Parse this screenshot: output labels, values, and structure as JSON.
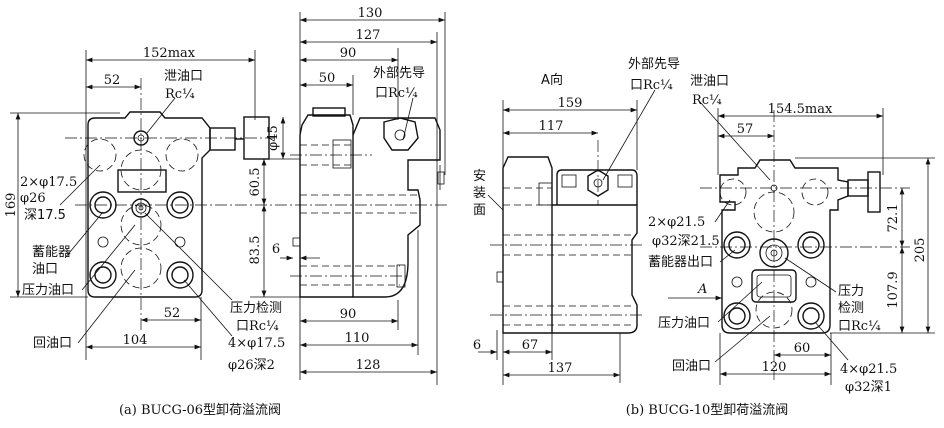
{
  "figure_a": {
    "caption": "(a) BUCG-06型卸荷溢流阀",
    "front": {
      "dim_152max": "152max",
      "dim_52_top": "52",
      "drain_port_1": "泄油口",
      "drain_port_2": "Rc¼",
      "dim_169": "169",
      "hole_spec_1": "2×φ17.5",
      "hole_spec_2": "φ26",
      "hole_spec_3": "深17.5",
      "accumulator_1": "蓄能器",
      "accumulator_2": "油口",
      "pressure_port": "压力油口",
      "return_port": "回油口",
      "dim_104": "104",
      "dim_52_bottom": "52",
      "gauge_port_1": "压力检测",
      "gauge_port_2": "口Rc¼",
      "bolt_spec_1": "4×φ17.5",
      "bolt_spec_2": "φ26深2",
      "dim_phi45": "φ45",
      "dim_60_5": "60.5",
      "dim_83_5": "83.5"
    },
    "side": {
      "dim_130": "130",
      "dim_127": "127",
      "dim_90_top": "90",
      "dim_50": "50",
      "pilot_port_1": "外部先导",
      "pilot_port_2": "口Rc¼",
      "dim_6": "6",
      "dim_90_bottom": "90",
      "dim_110": "110",
      "dim_128": "128"
    }
  },
  "figure_b": {
    "caption": "(b) BUCG-10型卸荷溢流阀",
    "side": {
      "view_label": "A向",
      "pilot_port_1": "外部先导",
      "pilot_port_2": "口Rc¼",
      "dim_159": "159",
      "dim_117": "117",
      "mount_face_1": "安",
      "mount_face_2": "装",
      "mount_face_3": "面",
      "dim_6": "6",
      "dim_67": "67",
      "dim_137": "137"
    },
    "front": {
      "drain_port_1": "泄油口",
      "drain_port_2": "Rc¼",
      "dim_154_5max": "154.5max",
      "dim_57": "57",
      "hole_spec_1": "2×φ21.5",
      "hole_spec_2": "φ32深21.5",
      "accumulator_outlet": "蓄能器出口",
      "arrow_a": "A",
      "pressure_port": "压力油口",
      "return_port": "回油口",
      "gauge_port_1": "压力",
      "gauge_port_2": "检测",
      "gauge_port_3": "口Rc¼",
      "bolt_spec_1": "4×φ21.5",
      "bolt_spec_2": "φ32深1",
      "dim_60": "60",
      "dim_120": "120",
      "dim_72_1": "72.1",
      "dim_107_9": "107.9",
      "dim_205": "205"
    }
  }
}
